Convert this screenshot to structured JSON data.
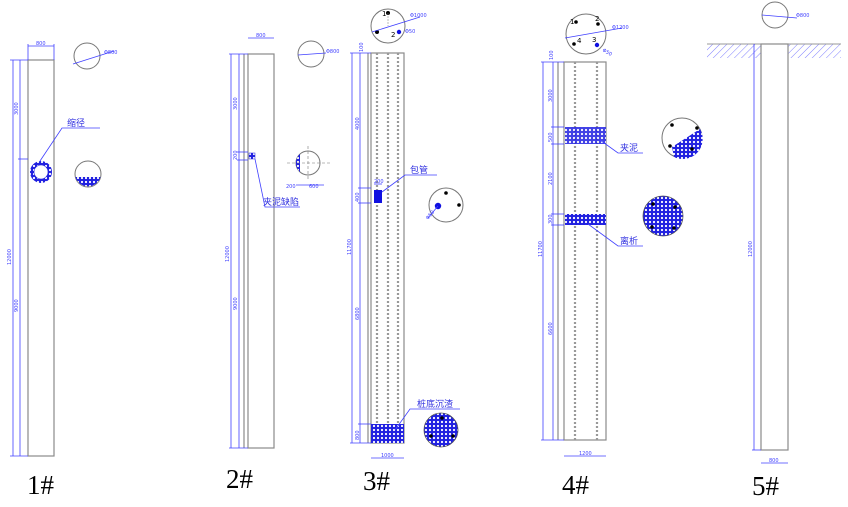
{
  "piles": [
    {
      "title": "1#",
      "defect_label": "缩径",
      "dims": {
        "width": "800",
        "diameter": "Φ800",
        "top": "3000",
        "total": "12000",
        "lower": "9000"
      }
    },
    {
      "title": "2#",
      "defect_label": "夹泥缺陷",
      "dims": {
        "width": "800",
        "diameter": "Φ800",
        "top": "3000",
        "defect": "200",
        "total": "12000",
        "lower": "9000",
        "sec_a": "200",
        "sec_b": "600"
      }
    },
    {
      "title": "3#",
      "defect_label": "包管",
      "bottom_label": "桩底沉渣",
      "dims": {
        "diameter": "Φ1000",
        "tube": "Φ50",
        "top_gap": "100",
        "upper": "4000",
        "defect": "400",
        "defect_w": "200",
        "total": "11700",
        "lower": "6800",
        "bottom": "800",
        "width": "1000",
        "tube_dia": "Φ50"
      },
      "tube_numbers": [
        "1",
        "2"
      ]
    },
    {
      "title": "4#",
      "defect_label_1": "夹泥",
      "defect_label_2": "离析",
      "dims": {
        "diameter": "Φ1200",
        "tube": "Φ50",
        "top_gap": "100",
        "upper": "3000",
        "defect1": "500",
        "middle": "2100",
        "defect2": "300",
        "total": "11700",
        "lower": "6600",
        "width": "1200"
      },
      "tube_numbers": [
        "1",
        "2",
        "3",
        "4"
      ]
    },
    {
      "title": "5#",
      "dims": {
        "diameter": "Φ800",
        "total": "12000",
        "width": "800"
      }
    }
  ],
  "colors": {
    "dimension": "#4040ff",
    "hatch": "#2020e0",
    "outline": "#8a8a8a"
  }
}
